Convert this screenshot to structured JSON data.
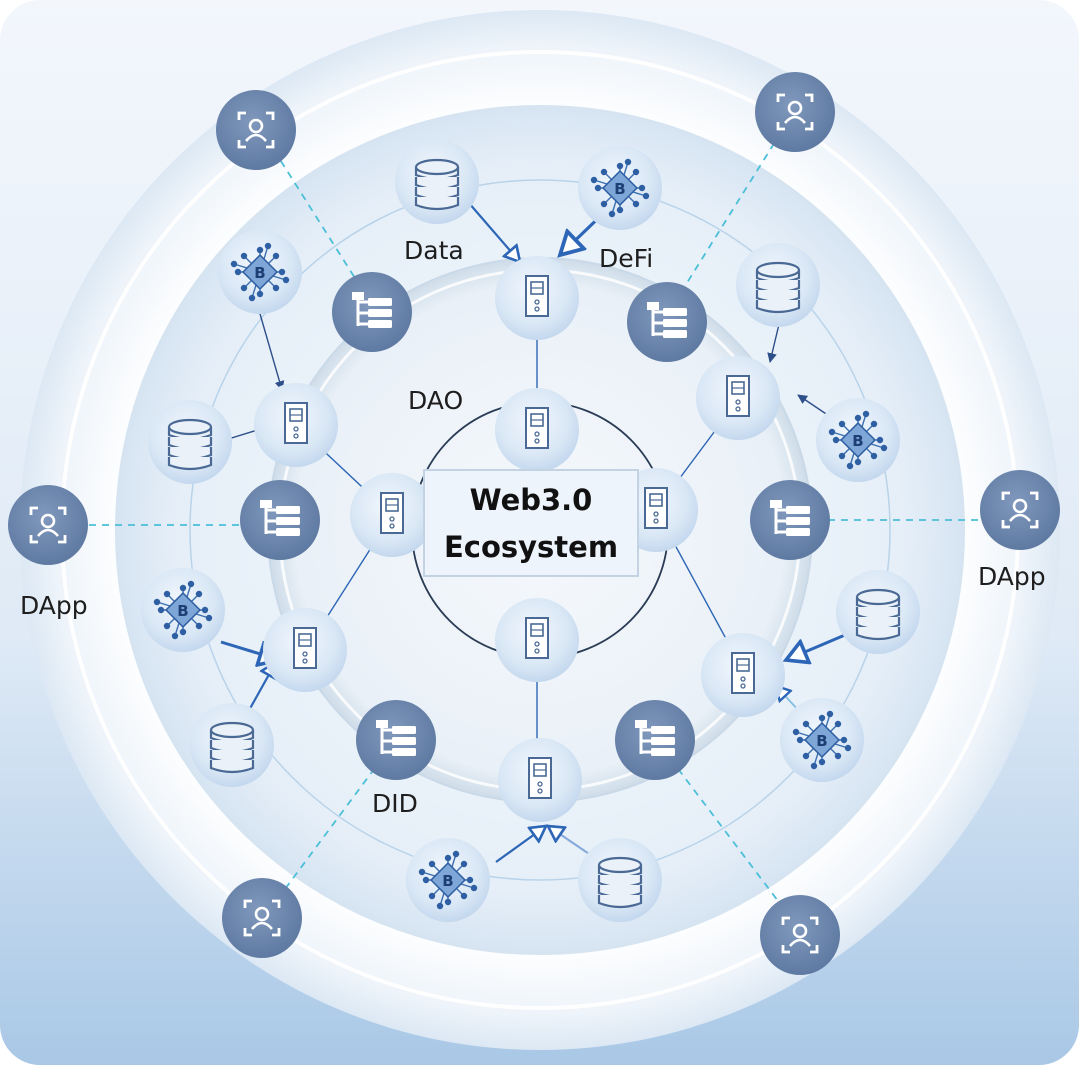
{
  "center": {
    "title_line1": "Web3.0",
    "title_line2": "Ecosystem"
  },
  "labels": {
    "data": "Data",
    "defi": "DeFi",
    "dao": "DAO",
    "dapp_left": "DApp",
    "dapp_right": "DApp",
    "did": "DID"
  },
  "colors": {
    "node_blue": "#6d86ad",
    "bubble": "#dbe8f5",
    "line": "#2d66b6",
    "dashed": "#4bbfd8",
    "ring_bg": "#e8f1fa"
  },
  "icons": {
    "user_node": "user-scan-icon",
    "database": "database-icon",
    "blockchain": "blockchain-b-icon",
    "tree": "tree-list-icon",
    "server": "server-icon"
  }
}
